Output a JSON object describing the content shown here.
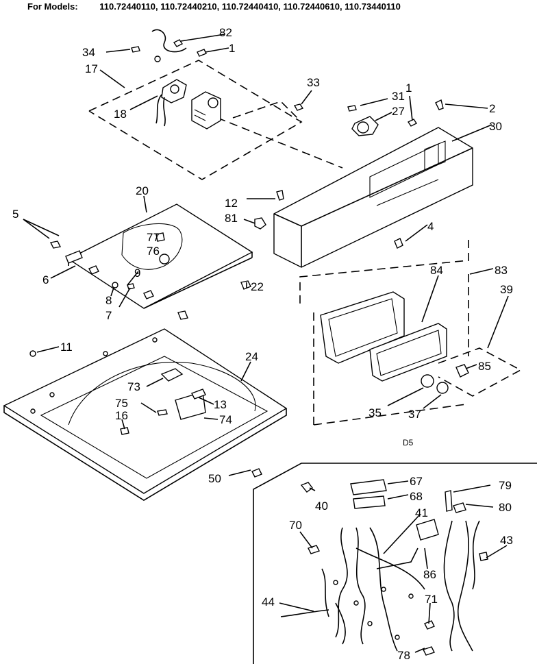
{
  "header": {
    "label": "For Models:",
    "models": "110.72440110, 110.72440210, 110.72440410, 110.72440610, 110.73440110"
  },
  "page_code": "D5",
  "parts": {
    "p1a": "1",
    "p1b": "1",
    "p2": "2",
    "p4": "4",
    "p5": "5",
    "p6": "6",
    "p7": "7",
    "p8": "8",
    "p9": "9",
    "p11": "11",
    "p12": "12",
    "p13": "13",
    "p16": "16",
    "p17": "17",
    "p18": "18",
    "p20": "20",
    "p22": "22",
    "p24": "24",
    "p27": "27",
    "p30": "30",
    "p31": "31",
    "p33": "33",
    "p34": "34",
    "p35": "35",
    "p37": "37",
    "p39": "39",
    "p40": "40",
    "p41": "41",
    "p43": "43",
    "p44": "44",
    "p50": "50",
    "p67": "67",
    "p68": "68",
    "p70": "70",
    "p71": "71",
    "p73": "73",
    "p74": "74",
    "p75": "75",
    "p76": "76",
    "p77": "77",
    "p78": "78",
    "p79": "79",
    "p80": "80",
    "p81": "81",
    "p82": "82",
    "p83": "83",
    "p84": "84",
    "p85": "85",
    "p86": "86"
  }
}
